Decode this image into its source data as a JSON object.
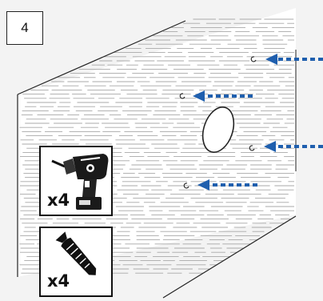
{
  "step": {
    "number": "4"
  },
  "tools": [
    {
      "name": "drill",
      "quantity": "x4",
      "icon": "drill-icon"
    },
    {
      "name": "wall-plug",
      "quantity": "x4",
      "icon": "wall-plug-icon"
    }
  ],
  "colors": {
    "arrow": "#1f5fae",
    "line": "#222222",
    "wall_texture": "#9a9a9a"
  }
}
